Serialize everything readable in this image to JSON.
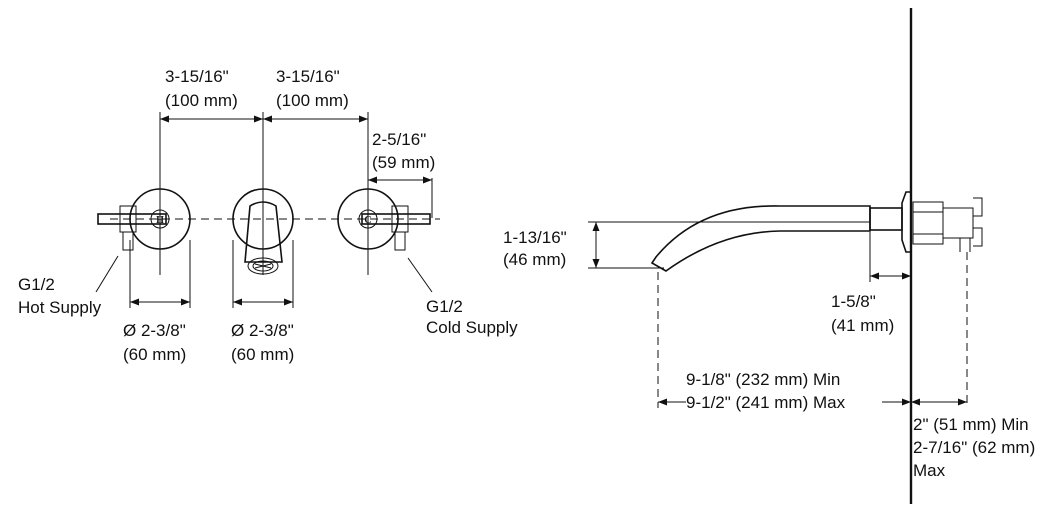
{
  "front_view": {
    "spacing_left": {
      "frac": "3-15/16\"",
      "metric": "(100 mm)"
    },
    "spacing_right": {
      "frac": "3-15/16\"",
      "metric": "(100 mm)"
    },
    "handle_offset": {
      "frac": "2-5/16\"",
      "metric": "(59 mm)"
    },
    "hot_supply": {
      "size": "G1/2",
      "label": "Hot Supply"
    },
    "cold_supply": {
      "size": "G1/2",
      "label": "Cold Supply"
    },
    "hot_diameter": {
      "frac": "Ø 2-3/8\"",
      "metric": "(60 mm)"
    },
    "spout_diameter": {
      "frac": "Ø 2-3/8\"",
      "metric": "(60 mm)"
    },
    "hot_mark": "H",
    "cold_mark": "C"
  },
  "side_view": {
    "spout_height": {
      "frac": "1-13/16\"",
      "metric": "(46 mm)"
    },
    "flange_depth": {
      "frac": "1-5/8\"",
      "metric": "(41 mm)"
    },
    "reach_min": "9-1/8\" (232 mm) Min",
    "reach_max": "9-1/2\" (241 mm) Max",
    "wall_min": "2\" (51 mm) Min",
    "wall_max_line1": "2-7/16\" (62 mm)",
    "wall_max_line2": "Max"
  }
}
